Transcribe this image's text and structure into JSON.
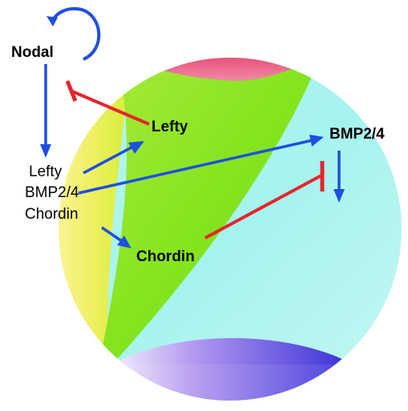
{
  "labels": {
    "nodal": "Nodal",
    "lefty": "Lefty",
    "bmp": "BMP2/4",
    "chordin": "Chordin"
  },
  "list": [
    "Lefty",
    "BMP2/4",
    "Chordin"
  ],
  "colors": {
    "activation_arrow": "#1f4fe0",
    "inhibition_line": "#e8232a",
    "top_cap": "#e83a6f",
    "bottom_cap": "#3a2fd9",
    "green_band": "#7ee01a",
    "yellow_region": "#f2f07a",
    "cyan_region": "#9ff3ef"
  }
}
